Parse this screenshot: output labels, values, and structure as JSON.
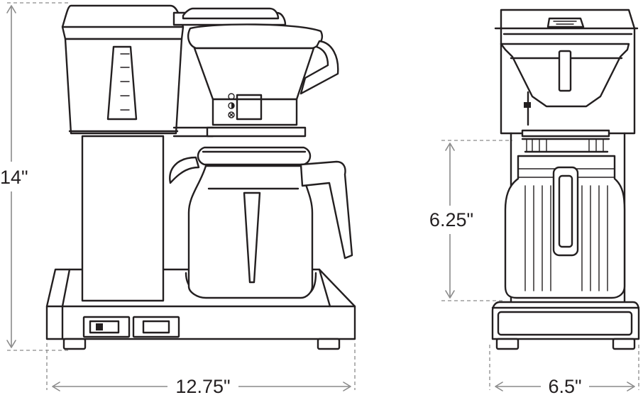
{
  "dimensions": {
    "height": "14\"",
    "width": "12.75\"",
    "carafe_height": "6.25\"",
    "depth": "6.5\""
  },
  "colors": {
    "line": "#231f20",
    "dimension_line": "#8a8a8a",
    "background": "#ffffff"
  }
}
